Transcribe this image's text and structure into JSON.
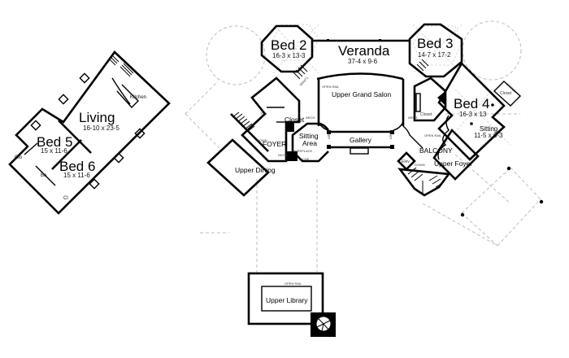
{
  "plan": {
    "title": "Upper Floor Plan",
    "rooms": {
      "living": {
        "name": "Living",
        "dims": "16-10 x 23-5"
      },
      "kitchen": {
        "name": "Kitchen"
      },
      "bed5": {
        "name": "Bed 5",
        "dims": "15 x 11-6"
      },
      "bed6": {
        "name": "Bed 6",
        "dims": "15 x 11-6"
      },
      "ba": {
        "name": "Ba"
      },
      "clo_left": {
        "name": "Clo"
      },
      "clo_bottom": {
        "name": "Cl"
      },
      "bed2": {
        "name": "Bed 2",
        "dims": "16-3 x 13-3"
      },
      "veranda": {
        "name": "Veranda",
        "dims": "37-4 x 9-6"
      },
      "bed3": {
        "name": "Bed 3",
        "dims": "14-7 x 17-2"
      },
      "bed4": {
        "name": "Bed 4",
        "dims": "16-3 x 13"
      },
      "sitting_bed4": {
        "name": "Sitting",
        "dims": "11-5 x 6-3"
      },
      "upper_grand_salon": {
        "name": "Upper Grand Salon"
      },
      "closet_left": {
        "name": "Closet"
      },
      "closet_mid": {
        "name": "Closet"
      },
      "closet_bed4": {
        "name": "Closet"
      },
      "foyer": {
        "name": "FOYER"
      },
      "sitting_area": {
        "name": "Sitting",
        "name2": "Area"
      },
      "gallery": {
        "name": "Gallery"
      },
      "upper_dining": {
        "name": "Upper Dining"
      },
      "balcony": {
        "name": "BALCONY"
      },
      "upper_foyer": {
        "name": "Upper Foyer"
      },
      "elev": {
        "name": "Elev"
      },
      "upper_library": {
        "name": "Upper Library"
      }
    },
    "notes": {
      "vanity": "VANITY",
      "tub": "TUB",
      "open_rail_salon": "OPEN RAIL",
      "open_rail_balcony": "OPEN RAIL",
      "open_rail_library": "OPEN RAIL",
      "fireplace": "FIREPLACE",
      "arch_1": "ARCH",
      "arch_2": "ARCH",
      "arch_3": "ARCH",
      "arch_4": "ARCH",
      "niche_1": "NICHE",
      "niche_2": "NICHE",
      "down_1": "DOWN",
      "down_2": "DOWN",
      "wall_4ft": "4' WALL"
    }
  }
}
